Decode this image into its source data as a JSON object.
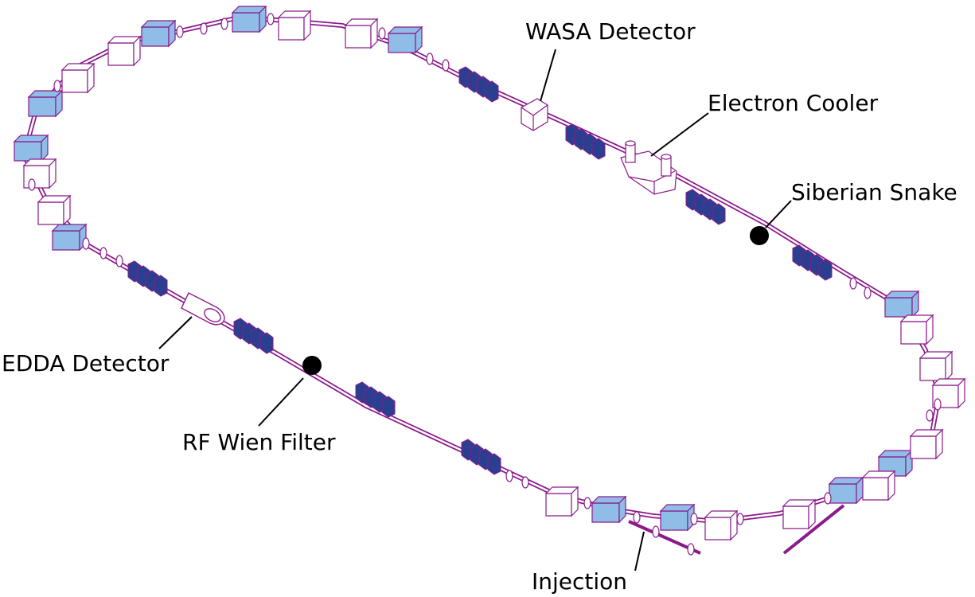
{
  "colors": {
    "beamline": "#8b1a8b",
    "magnet_light": "#8fbde8",
    "quad_dark": "#2a3f8f",
    "marker": "#000000",
    "label_text": "#000000"
  },
  "labels": {
    "wasa": "WASA Detector",
    "cooler": "Electron Cooler",
    "snake": "Siberian Snake",
    "edda": "EDDA Detector",
    "wien": "RF Wien Filter",
    "injection": "Injection"
  }
}
